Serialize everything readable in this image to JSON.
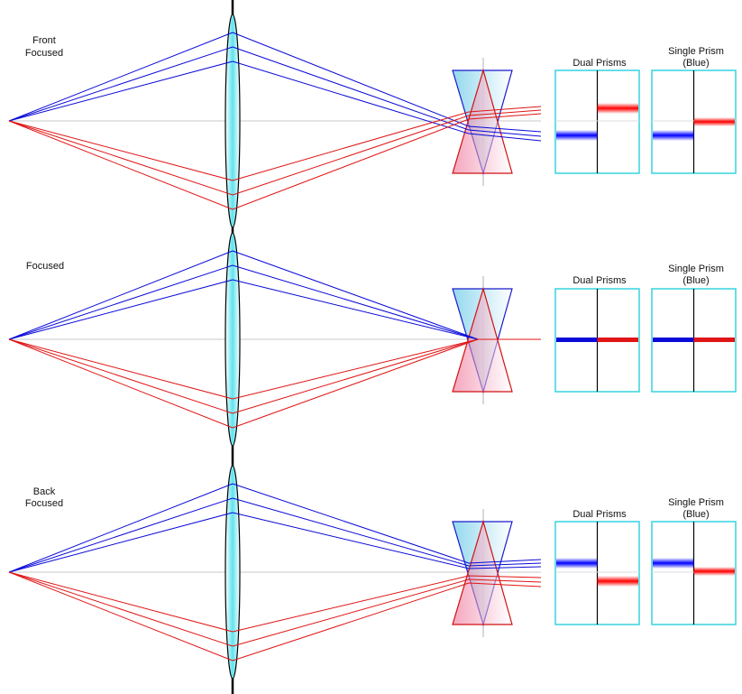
{
  "rows": [
    {
      "id": "front",
      "name": [
        "Front",
        "Focused"
      ],
      "dual_label": "Dual Prisms",
      "single_label": [
        "Single Prism",
        "(Blue)"
      ],
      "offset": -1
    },
    {
      "id": "focused",
      "name": [
        "Focused"
      ],
      "dual_label": "Dual Prisms",
      "single_label": [
        "Single Prism",
        "(Blue)"
      ],
      "offset": 0
    },
    {
      "id": "back",
      "name": [
        "Back",
        "Focused"
      ],
      "dual_label": "Dual Prisms",
      "single_label": [
        "Single Prism",
        "(Blue)"
      ],
      "offset": 1
    }
  ],
  "colors": {
    "blue_ray": "#0a0ad8",
    "red_ray": "#e01515",
    "lens_fill": "#5fe3ee",
    "lens_outline": "#000000",
    "axis": "#c8c8c8",
    "prism_blue_outline": "#1a1acc",
    "prism_red_outline": "#d01010",
    "prism_blue_fill": "#9fdcef",
    "prism_red_fill": "#f08aa8",
    "panel_border": "#37d4e0",
    "divider": "#000000"
  }
}
